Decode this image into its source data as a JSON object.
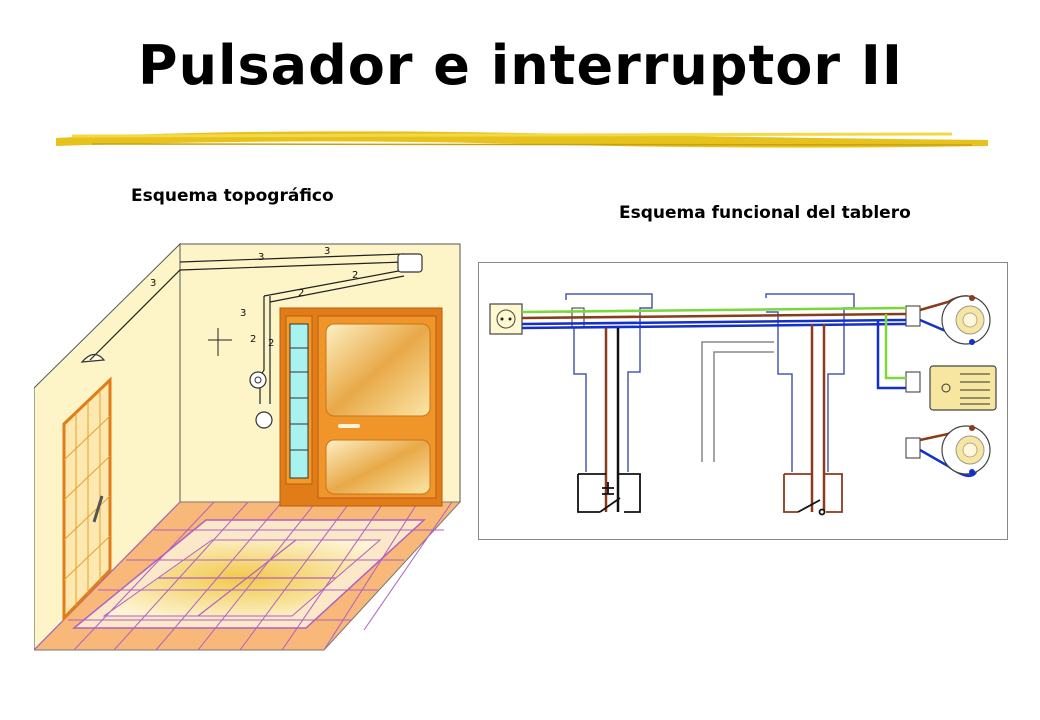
{
  "slide": {
    "title": "Pulsador e interruptor II"
  },
  "figures": {
    "left_caption": "Esquema topográfico",
    "right_caption": "Esquema funcional del tablero"
  },
  "topographic": {
    "conduit_labels": [
      "3",
      "3",
      "3",
      "2",
      "2",
      "3",
      "2",
      "2"
    ]
  },
  "colors": {
    "title_underline": "#e8c21c",
    "wall": "#fdf4c8",
    "door_frame": "#e07d18",
    "door_glass": "#a8f2f0",
    "phase_brown": "#8b3a1a",
    "neutral_blue": "#1530c8",
    "earth_green": "#7ad83a",
    "black_wire": "#111111",
    "box_outline": "#4a5ab0"
  }
}
